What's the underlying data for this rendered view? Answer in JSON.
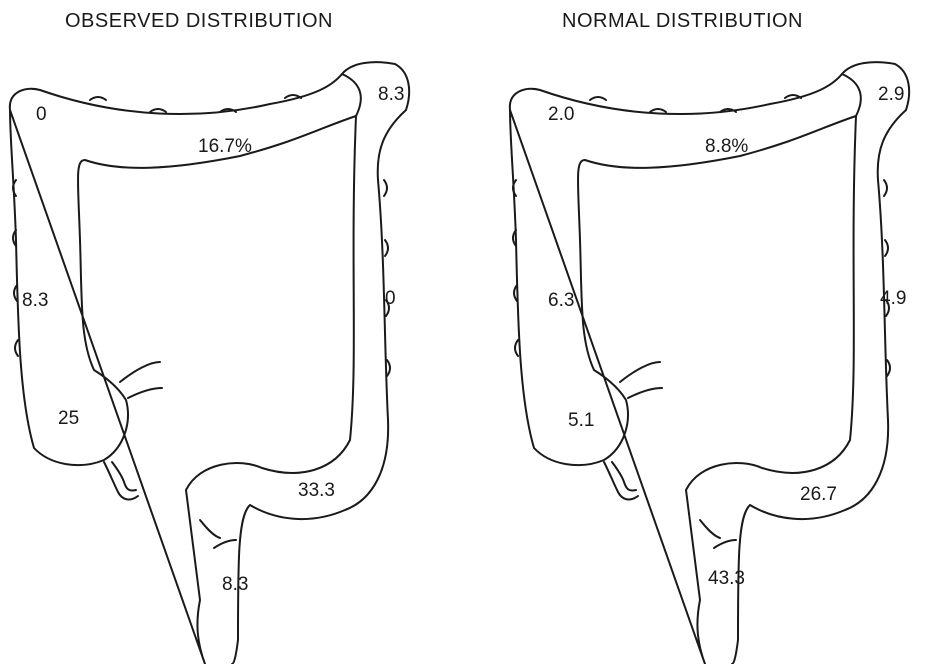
{
  "panels": [
    {
      "title": "OBSERVED DISTRIBUTION",
      "segments": {
        "hepatic_flexure": "0",
        "transverse": "16.7%",
        "splenic_flexure": "8.3",
        "ascending": "8.3",
        "descending": "0",
        "cecum": "25",
        "sigmoid": "33.3",
        "rectum": "8.3"
      }
    },
    {
      "title": "NORMAL DISTRIBUTION",
      "segments": {
        "hepatic_flexure": "2.0",
        "transverse": "8.8%",
        "splenic_flexure": "2.9",
        "ascending": "6.3",
        "descending": "4.9",
        "cecum": "5.1",
        "sigmoid": "26.7",
        "rectum": "43.3"
      }
    }
  ]
}
